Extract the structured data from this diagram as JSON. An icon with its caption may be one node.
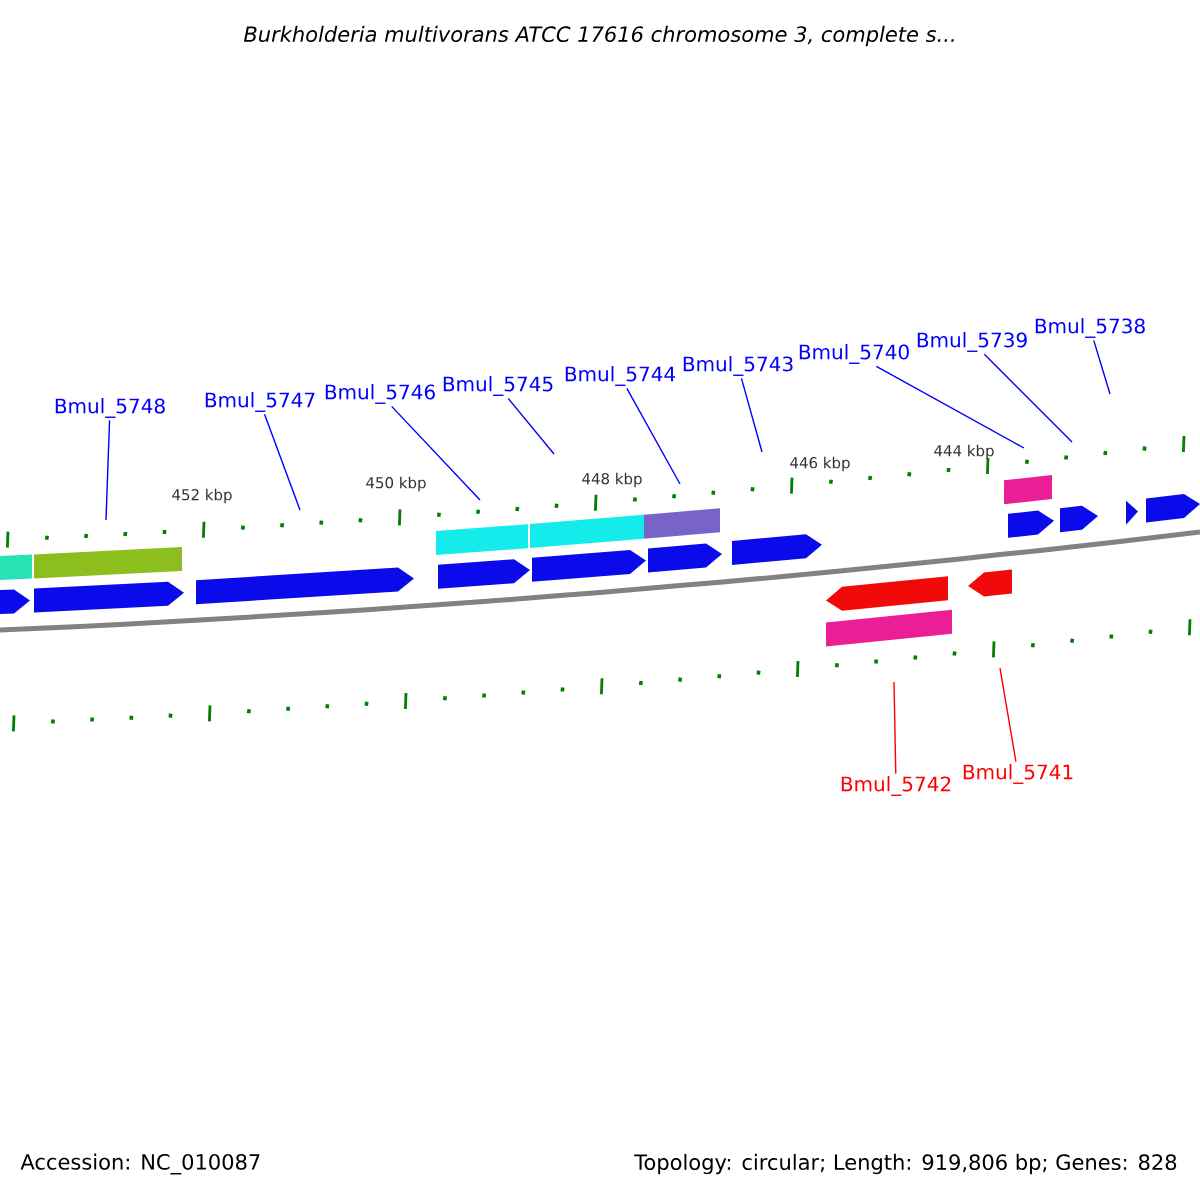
{
  "diagram": {
    "title": "Burkholderia multivorans ATCC 17616 chromosome 3, complete s...",
    "nodes": [
      {
        "text": [
          "Bmul_5748"
        ]
      },
      {
        "text": [
          "Bmul_5747"
        ]
      },
      {
        "text": [
          "Bmul_5746"
        ]
      },
      {
        "text": [
          "Bmul_5745"
        ]
      },
      {
        "text": [
          "Bmul_5744"
        ]
      },
      {
        "text": [
          "Bmul_5743"
        ]
      },
      {
        "text": [
          "Bmul_5740"
        ]
      },
      {
        "text": [
          "Bmul_5739"
        ]
      },
      {
        "text": [
          "Bmul_5738"
        ]
      },
      {
        "text": [
          "Bmul_5742"
        ]
      },
      {
        "text": [
          "Bmul_5741"
        ]
      }
    ],
    "edges": [
      {
        "from": 0,
        "to": null,
        "arrow": "none"
      },
      {
        "from": 1,
        "to": null,
        "arrow": "none"
      },
      {
        "from": 2,
        "to": null,
        "arrow": "none"
      },
      {
        "from": 3,
        "to": null,
        "arrow": "none"
      },
      {
        "from": 4,
        "to": null,
        "arrow": "none"
      },
      {
        "from": 5,
        "to": null,
        "arrow": "none"
      },
      {
        "from": 6,
        "to": null,
        "arrow": "none"
      },
      {
        "from": 7,
        "to": null,
        "arrow": "none"
      },
      {
        "from": 8,
        "to": null,
        "arrow": "none"
      },
      {
        "from": 9,
        "to": null,
        "arrow": "none",
        "color": "#ff0000"
      },
      {
        "from": 10,
        "to": null,
        "arrow": "none",
        "color": "#ff0000"
      }
    ],
    "labels": [
      "452 kbp",
      "450 kbp",
      "448 kbp",
      "446 kbp",
      "444 kbp",
      "Accession: NC_010087",
      "Topology: circular; Length: 919,806 bp; Genes: 828"
    ]
  }
}
